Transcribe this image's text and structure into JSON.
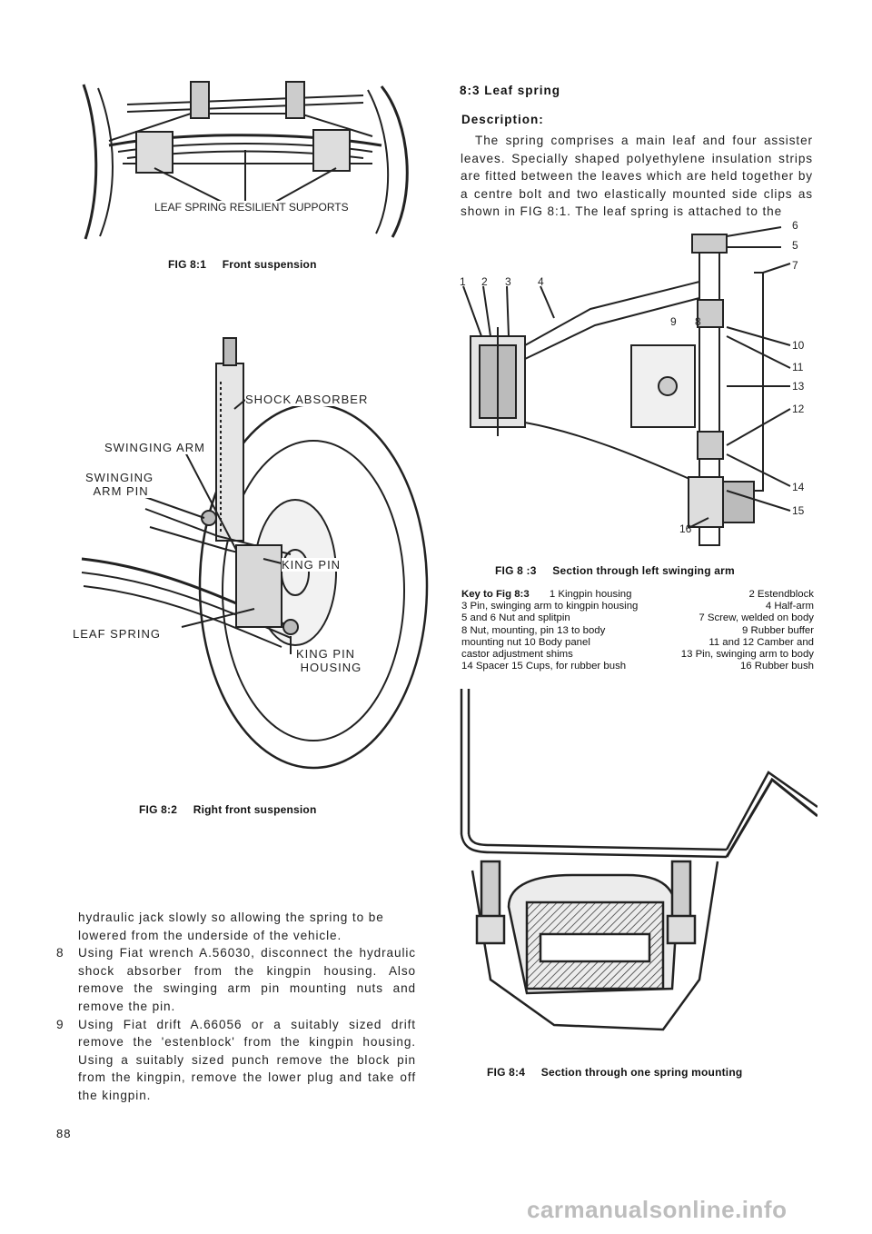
{
  "figures": {
    "fig1": {
      "caption": "FIG 8:1     Front suspension",
      "label": "LEAF SPRING RESILIENT SUPPORTS"
    },
    "fig2": {
      "caption": "FIG 8:2     Right front suspension",
      "labels": {
        "shock_absorber": "SHOCK ABSORBER",
        "swinging_arm": "SWINGING ARM",
        "swinging_arm_pin": "SWINGING\n  ARM PIN",
        "king_pin": "KING PIN",
        "leaf_spring": "LEAF SPRING",
        "king_pin_housing": "KING PIN\n HOUSING"
      }
    },
    "fig3": {
      "caption": "FIG 8 :3     Section through left swinging arm",
      "callouts": [
        "1",
        "2",
        "3",
        "4",
        "5",
        "6",
        "7",
        "8",
        "9",
        "10",
        "11",
        "12",
        "13",
        "14",
        "15",
        "16"
      ]
    },
    "fig4": {
      "caption": "FIG 8:4     Section through one spring mounting"
    }
  },
  "section": {
    "heading": "8:3  Leaf spring",
    "subheading": "Description:",
    "description": "The spring comprises a main leaf and four assister leaves. Specially shaped polyethylene insulation strips are fitted between the leaves which are held together by a centre bolt and two elastically mounted side clips as shown in FIG 8:1. The leaf spring is attached to the"
  },
  "key": {
    "title": "Key to Fig 8:3",
    "rows": [
      [
        "1  Kingpin housing",
        "2  Estendblock"
      ],
      [
        "3  Pin, swinging arm to kingpin housing",
        "4  Half-arm"
      ],
      [
        "5 and 6  Nut and splitpin",
        "7  Screw, welded on body"
      ],
      [
        "8  Nut, mounting, pin 13 to body",
        "9  Rubber buffer"
      ],
      [
        "mounting nut     10  Body panel",
        "11 and 12  Camber and"
      ],
      [
        "castor adjustment shims",
        "13  Pin, swinging arm to body"
      ],
      [
        "14  Spacer     15  Cups, for rubber bush",
        "16  Rubber bush"
      ]
    ]
  },
  "left_text": {
    "continuation": "hydraulic jack slowly so allowing the spring to be lowered from the underside of the vehicle.",
    "steps": [
      {
        "num": "8",
        "text": "Using Fiat wrench A.56030, disconnect the hydraulic shock absorber from the kingpin housing. Also remove the swinging arm pin mounting nuts and remove the pin."
      },
      {
        "num": "9",
        "text": "Using Fiat drift A.66056 or a suitably sized drift remove the 'estenblock' from the kingpin housing. Using a suitably sized punch remove the block pin from the kingpin, remove the lower plug and take off the kingpin."
      }
    ]
  },
  "page_number": "88",
  "watermark": "carmanualsonline.info"
}
